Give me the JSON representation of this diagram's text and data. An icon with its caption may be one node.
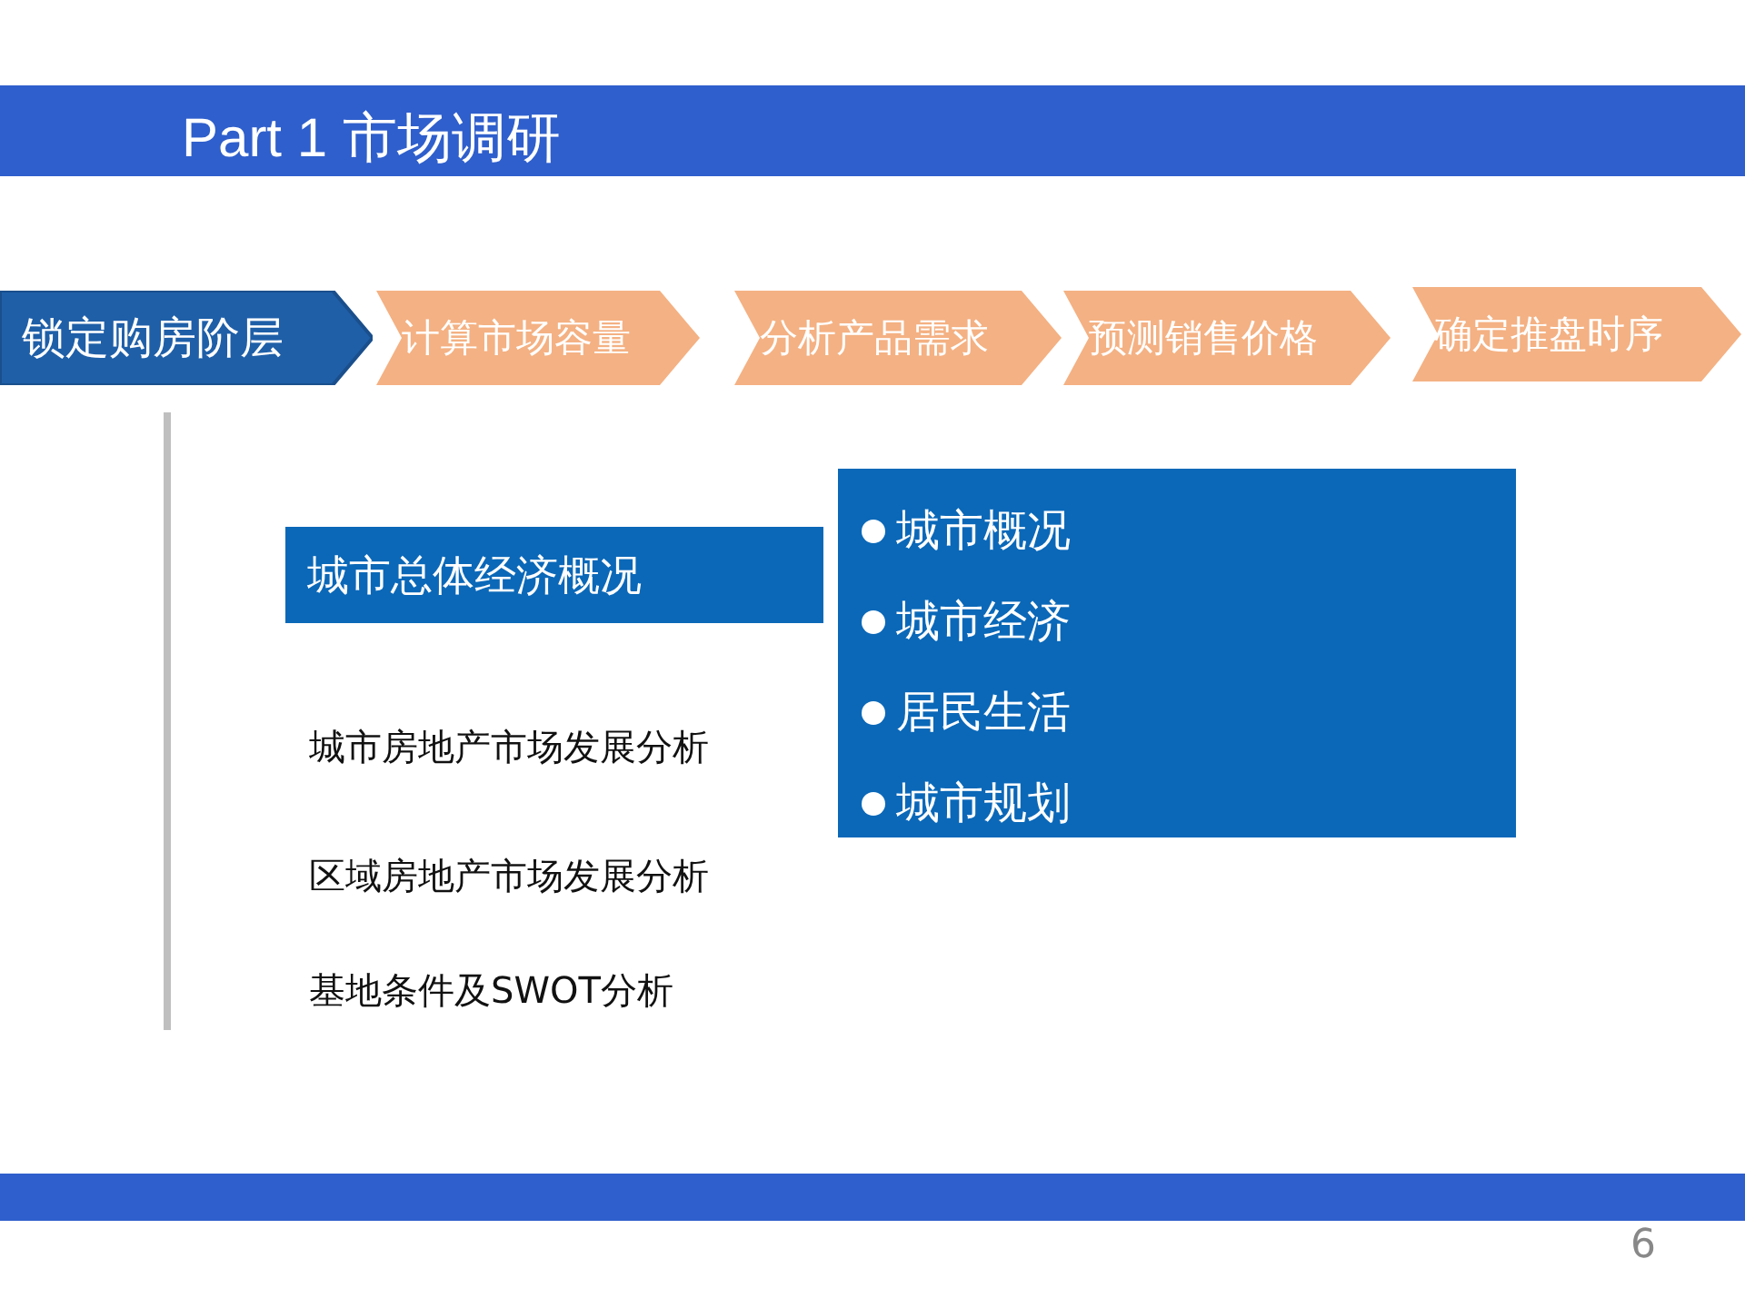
{
  "diagram": {
    "title": "Part 1 市场调研",
    "nodes": [
      {
        "text": [
          "锁定购房阶层"
        ]
      },
      {
        "text": [
          "计算市场容量"
        ]
      },
      {
        "text": [
          "分析产品需求"
        ]
      },
      {
        "text": [
          "预测销售价格"
        ]
      },
      {
        "text": [
          "确定推盘时序"
        ]
      },
      {
        "text": [
          "城市总体经济概况"
        ]
      },
      {
        "text": [
          "城市概况",
          "城市经济",
          "居民生活",
          "城市规划"
        ]
      }
    ],
    "labels": [
      "城市房地产市场发展分析",
      "区域房地产市场发展分析",
      "基地条件及SWOT分析",
      "6"
    ]
  }
}
